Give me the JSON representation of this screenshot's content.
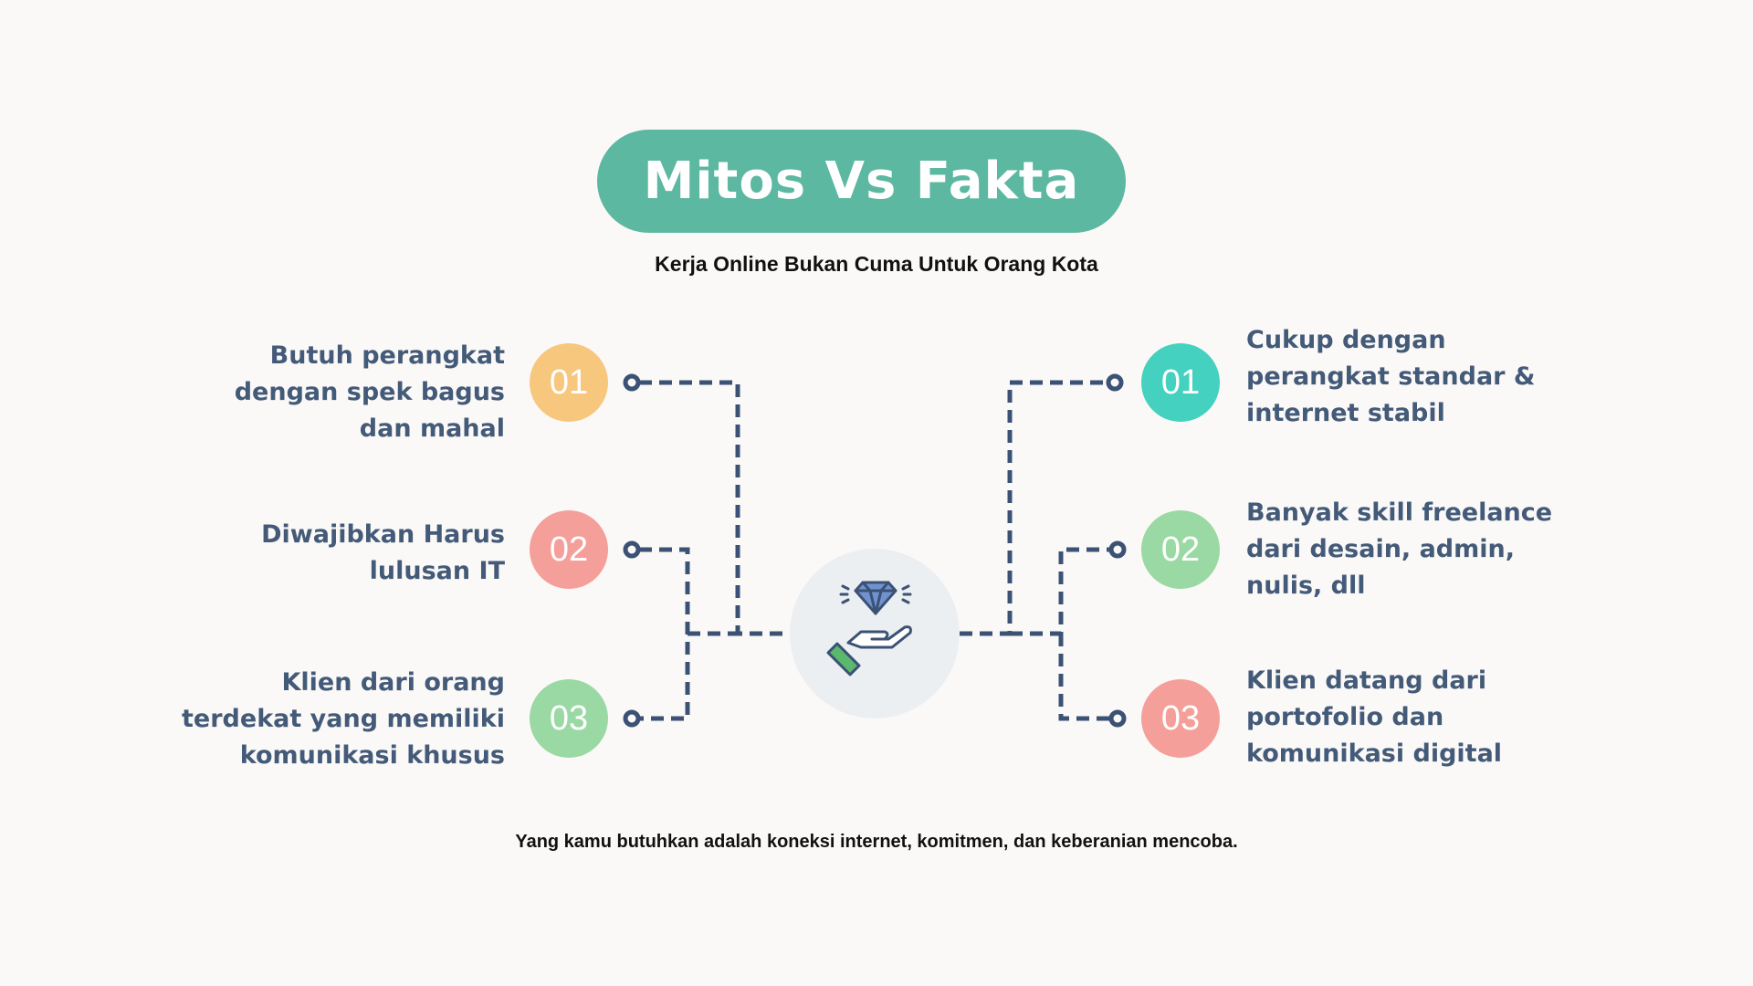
{
  "title": "Mitos Vs Fakta",
  "subtitle": "Kerja Online Bukan Cuma Untuk Orang Kota",
  "footer": "Yang kamu butuhkan adalah koneksi internet, komitmen, dan keberanian mencoba.",
  "center_icon": "diamond-in-hand-icon",
  "myths": [
    {
      "num": "01",
      "text": "Butuh perangkat\ndengan spek bagus\ndan  mahal",
      "color": "#f8c77e"
    },
    {
      "num": "02",
      "text": "Diwajibkan Harus\nlulusan IT",
      "color": "#f59f9a"
    },
    {
      "num": "03",
      "text": "Klien dari orang\nterdekat yang memiliki\nkomunikasi khusus",
      "color": "#9ad9a4"
    }
  ],
  "facts": [
    {
      "num": "01",
      "text": "Cukup dengan\nperangkat standar &\ninternet stabil",
      "color": "#45d1c0"
    },
    {
      "num": "02",
      "text": "Banyak skill freelance\ndari desain, admin,\nnulis, dll",
      "color": "#9ad9a4"
    },
    {
      "num": "03",
      "text": "Klien datang dari\nportofolio dan\nkomunikasi digital",
      "color": "#f59f9a"
    }
  ]
}
